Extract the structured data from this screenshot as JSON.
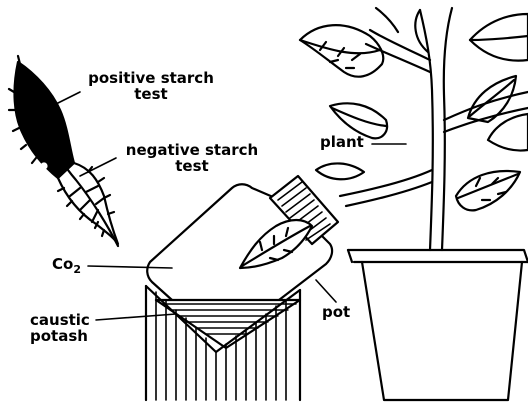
{
  "labels": {
    "positive_starch": [
      "positive starch",
      "test"
    ],
    "negative_starch": [
      "negative starch",
      "test"
    ],
    "plant": "plant",
    "co2": "Co",
    "co2_sub": "2",
    "caustic_potash": [
      "caustic",
      "potash"
    ],
    "pot": "pot"
  },
  "colors": {
    "ink": "#000000",
    "paper": "#ffffff"
  }
}
